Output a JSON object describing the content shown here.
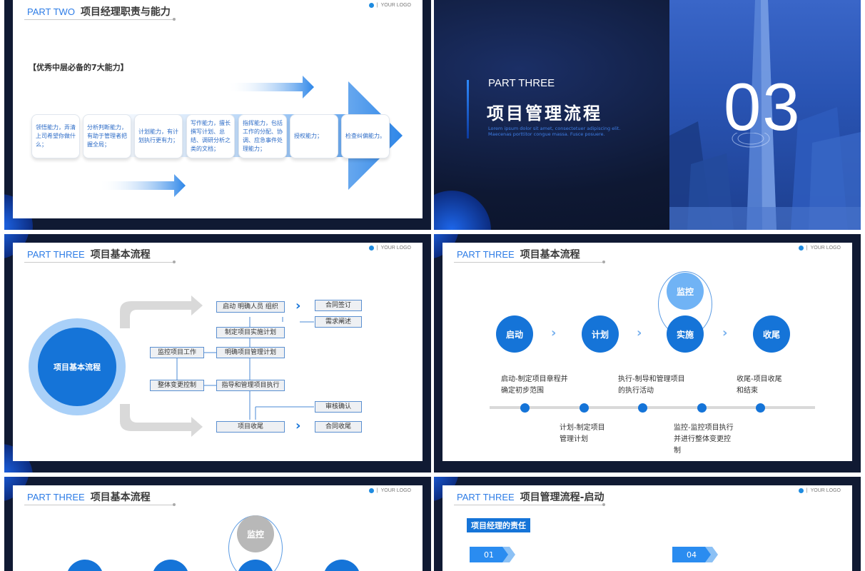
{
  "slide1": {
    "part": "PART TWO",
    "title": "项目经理职责与能力",
    "logo": "YOUR LOGO",
    "subtitle": "【优秀中层必备的7大能力】",
    "abilities": [
      "领悟能力，弄清上司希望你做什么；",
      "分析判断能力，有助于管理者把握全局；",
      "计划能力，有计划执行更有力；",
      "写作能力，擅长撰写计划、总结、调研分析之类的文档；",
      "指挥能力，包括工作的分配、协调、应急事件处理能力；",
      "授权能力；",
      "检查纠偏能力。"
    ]
  },
  "slide2": {
    "part": "PART THREE",
    "title": "项目管理流程",
    "lorem": "Lorem ipsum dolor sit amet, consectetuer adipiscing elit. Maecenas porttitor congue massa. Fusce posuere.",
    "number": "03"
  },
  "slide3": {
    "part": "PART THREE",
    "title": "项目基本流程",
    "logo": "YOUR LOGO",
    "center": "项目基本流程",
    "boxes": {
      "start": "启动  明确人员 组织",
      "contract": "合同签订",
      "requirement": "需求阐述",
      "plan_impl": "制定项目实施计划",
      "monitor": "监控项目工作",
      "plan_mgmt": "明确项目管理计划",
      "change": "整体变更控制",
      "execute": "指导和管理项目执行",
      "review": "审核确认",
      "close": "项目收尾",
      "contract_close": "合同收尾"
    }
  },
  "slide4": {
    "part": "PART THREE",
    "title": "项目基本流程",
    "logo": "YOUR LOGO",
    "circles": {
      "start": "启动",
      "plan": "计划",
      "monitor": "监控",
      "implement": "实施",
      "close": "收尾"
    },
    "notes_top": [
      "启动-制定项目章程并确定初步范围",
      "执行-制导和管理项目的执行活动",
      "收尾-项目收尾和结束"
    ],
    "notes_bottom": [
      "计划-制定项目管理计划",
      "监控-监控项目执行并进行整体变更控制"
    ]
  },
  "slide5": {
    "part": "PART THREE",
    "title": "项目基本流程",
    "logo": "YOUR LOGO",
    "monitor": "监控"
  },
  "slide6": {
    "part": "PART THREE",
    "title": "项目管理流程-启动",
    "logo": "YOUR LOGO",
    "badge": "项目经理的责任",
    "num1": "01",
    "num4": "04"
  },
  "colors": {
    "accent": "#2d7ce6",
    "dark_bg": "#0e1833",
    "circle_blue": "#1574d8"
  }
}
